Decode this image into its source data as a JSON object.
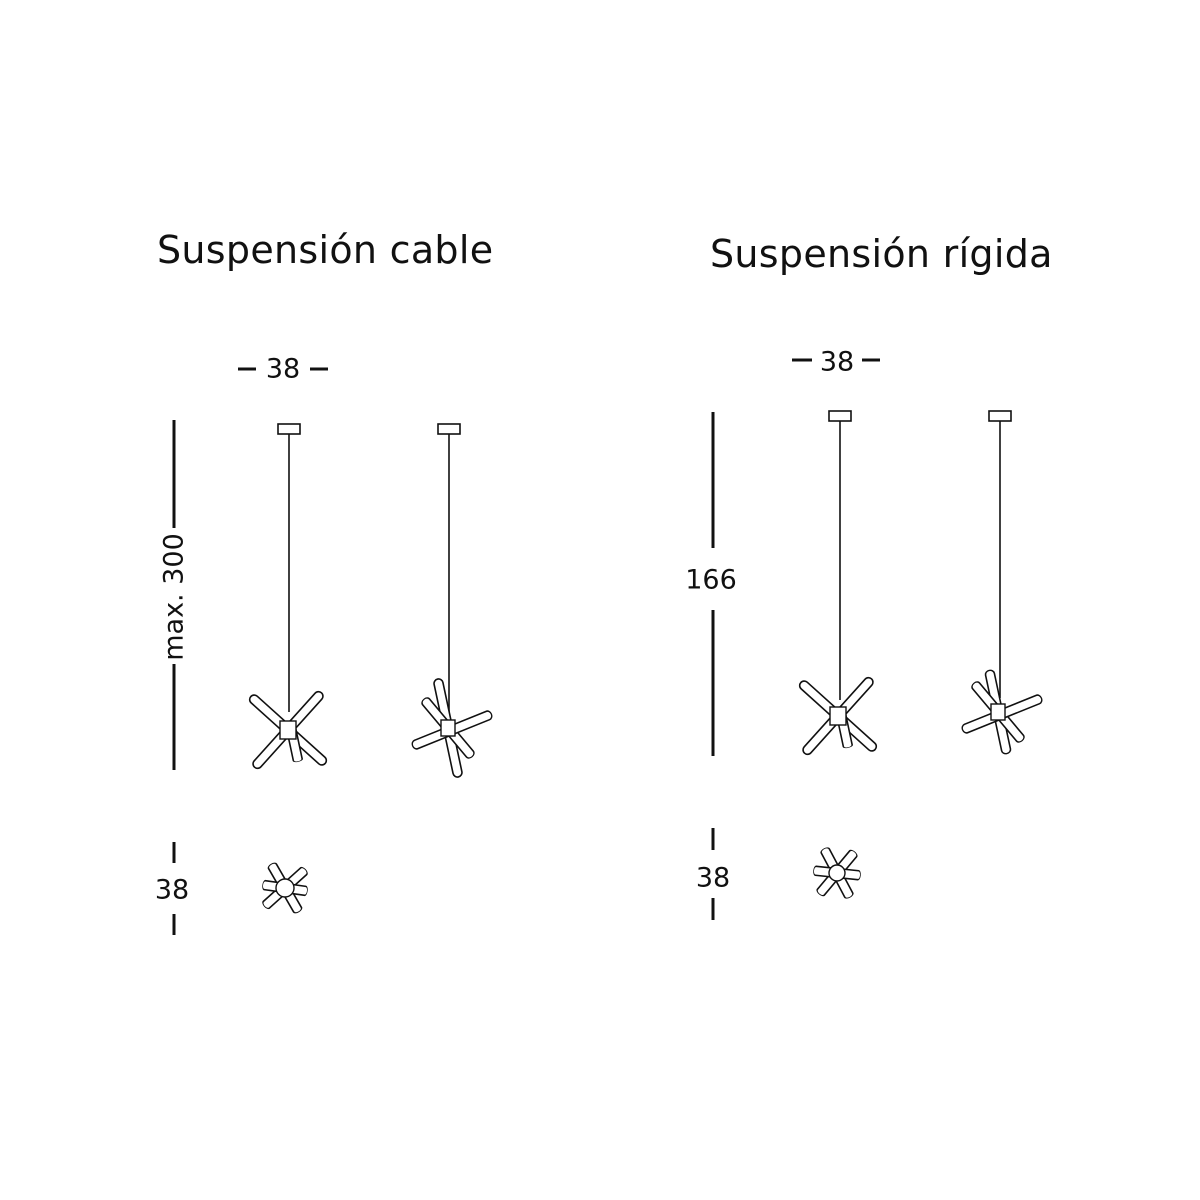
{
  "cable": {
    "title": "Suspensión cable",
    "width_label": "38",
    "height_label": "max. 300",
    "depth_label": "38"
  },
  "rigid": {
    "title": "Suspensión rígida",
    "width_label": "38",
    "height_label": "166",
    "depth_label": "38"
  },
  "colors": {
    "line": "#111111",
    "background": "#ffffff"
  }
}
